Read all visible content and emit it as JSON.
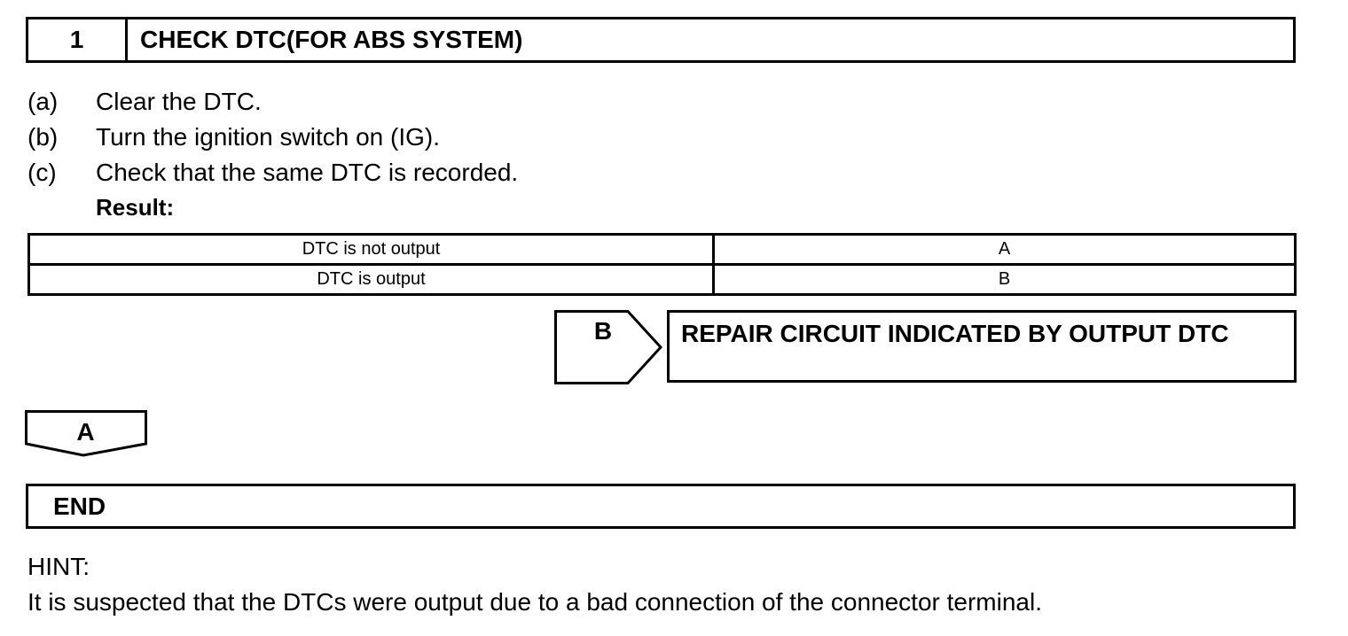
{
  "step": {
    "number": "1",
    "title": "CHECK DTC(FOR ABS SYSTEM)"
  },
  "instructions": [
    {
      "marker": "(a)",
      "text": "Clear the DTC."
    },
    {
      "marker": "(b)",
      "text": "Turn the ignition switch on (IG)."
    },
    {
      "marker": "(c)",
      "text": "Check that the same DTC is recorded."
    }
  ],
  "result_label": "Result:",
  "result_table": {
    "rows": [
      {
        "condition": "DTC is not output",
        "result": "A"
      },
      {
        "condition": "DTC is output",
        "result": "B"
      }
    ]
  },
  "branch_b": {
    "label": "B",
    "action": "REPAIR CIRCUIT INDICATED BY OUTPUT DTC"
  },
  "branch_a": {
    "label": "A"
  },
  "end_box": {
    "label": "END"
  },
  "hint": {
    "label": "HINT:",
    "text": "It is suspected that the DTCs were output due to a bad connection of the connector terminal."
  }
}
